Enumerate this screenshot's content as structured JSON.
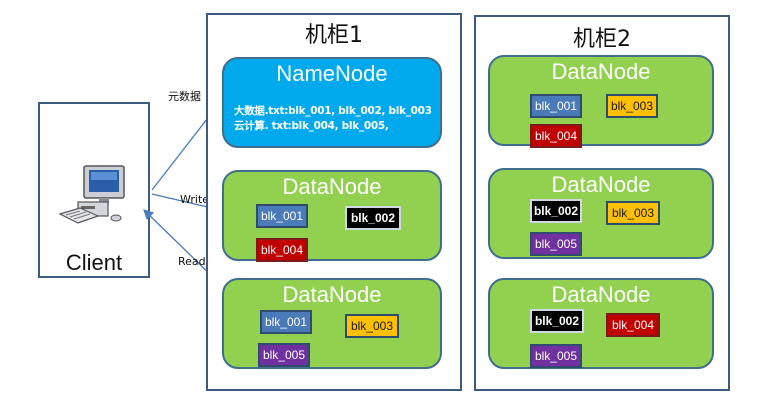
{
  "client": {
    "label": "Client"
  },
  "arrows": {
    "metadata": "元数据",
    "write": "Write",
    "read": "Read"
  },
  "racks": [
    {
      "title": "机柜1",
      "namenode": {
        "title": "NameNode",
        "lines": [
          "大数据.txt:blk_001, blk_002, blk_003",
          "云计算. txt:blk_004, blk_005,"
        ]
      },
      "datanodes": [
        {
          "title": "DataNode",
          "blocks": [
            "blk_001",
            "blk_002",
            "blk_004"
          ]
        },
        {
          "title": "DataNode",
          "blocks": [
            "blk_001",
            "blk_003",
            "blk_005"
          ]
        }
      ]
    },
    {
      "title": "机柜2",
      "datanodes": [
        {
          "title": "DataNode",
          "blocks": [
            "blk_001",
            "blk_003",
            "blk_004"
          ]
        },
        {
          "title": "DataNode",
          "blocks": [
            "blk_002",
            "blk_003",
            "blk_005"
          ]
        },
        {
          "title": "DataNode",
          "blocks": [
            "blk_002",
            "blk_004",
            "blk_005"
          ]
        }
      ]
    }
  ],
  "colors": {
    "namenode": "#00a8ec",
    "datanode": "#92d050",
    "blk_001": "#4a7ab8",
    "blk_002": "#000000",
    "blk_003": "#ffc000",
    "blk_004": "#c00000",
    "blk_005": "#7030a0",
    "arrow": "#4a7ab8"
  }
}
